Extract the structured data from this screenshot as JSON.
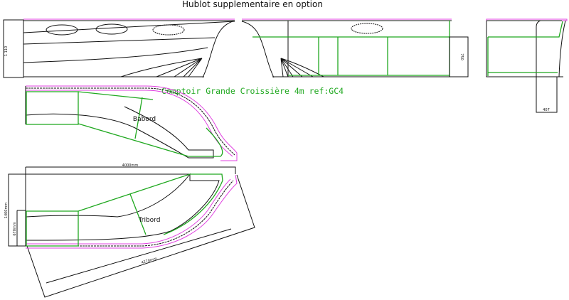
{
  "title": "Hublot supplementaire en option",
  "subtitle": "Comptoir Grande Croissière 4m ref:GC4",
  "labels": {
    "babord": "Babord",
    "tribord": "Tribord"
  },
  "dimensions": {
    "side_height": "1 110",
    "front_height": "750",
    "end_width": "407",
    "length": "4000mm",
    "width": "1400mm",
    "end_depth": "670mm",
    "diagonal": "4270mm"
  },
  "colors": {
    "line": "#111111",
    "green": "#1fa81f",
    "pink": "#e040e0"
  }
}
